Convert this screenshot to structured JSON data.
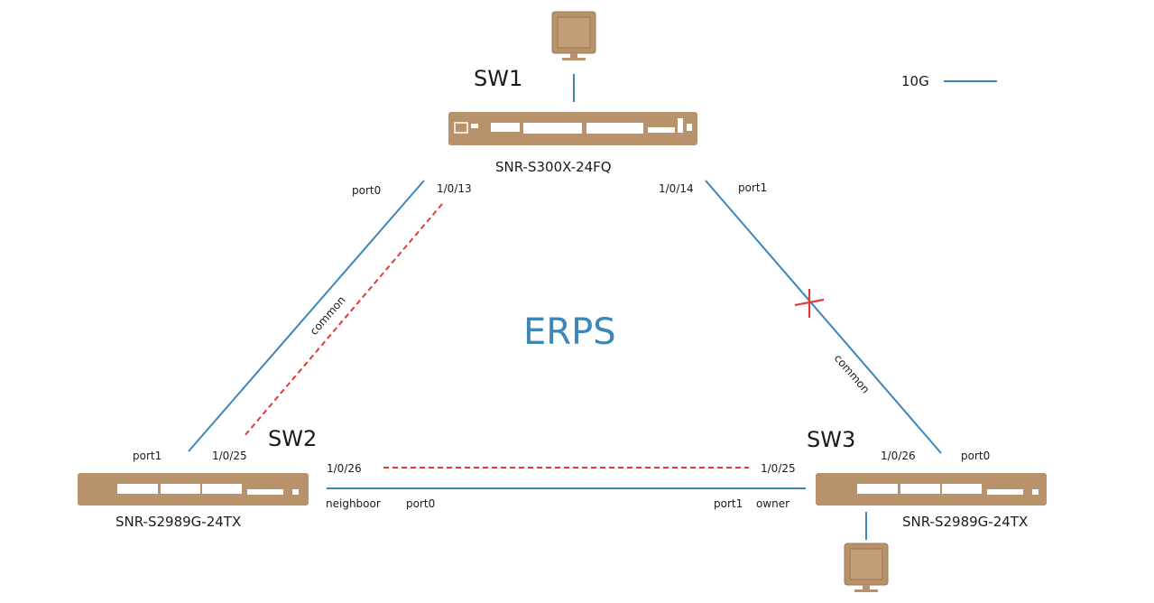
{
  "colors": {
    "link": "#3d86b8",
    "blocked": "#e53935",
    "device": "#b8926b",
    "device_dark": "#9b7852",
    "port": "#ffffff"
  },
  "legend": {
    "label": "10G"
  },
  "ring_label": "ERPS",
  "sw1": {
    "name": "SW1",
    "model": "SNR-S300X-24FQ"
  },
  "sw2": {
    "name": "SW2",
    "model": "SNR-S2989G-24TX"
  },
  "sw3": {
    "name": "SW3",
    "model": "SNR-S2989G-24TX"
  },
  "link_sw1_sw2": {
    "sw1_role": "port0",
    "sw1_port": "1/0/13",
    "sw2_role": "port1",
    "sw2_port": "1/0/25",
    "type": "common"
  },
  "link_sw1_sw3": {
    "sw1_port": "1/0/14",
    "sw1_role": "port1",
    "sw3_port": "1/0/26",
    "sw3_role": "port0",
    "type": "common"
  },
  "link_sw2_sw3": {
    "sw2_port": "1/0/26",
    "sw2_role": "neighboor",
    "sw2_role_port": "port0",
    "sw3_port": "1/0/25",
    "sw3_role_port": "port1",
    "sw3_role": "owner"
  }
}
